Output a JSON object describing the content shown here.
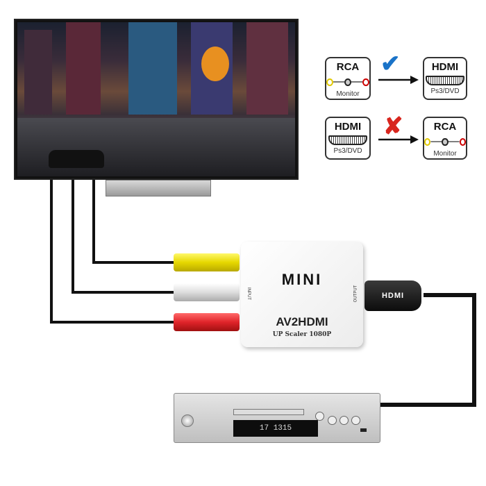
{
  "diagram": {
    "row1": {
      "left": {
        "title": "RCA",
        "subtitle": "Monitor"
      },
      "right": {
        "title": "HDMI",
        "subtitle": "Ps3/DVD"
      },
      "status": "supported"
    },
    "row2": {
      "left": {
        "title": "HDMI",
        "subtitle": "Ps3/DVD"
      },
      "right": {
        "title": "RCA",
        "subtitle": "Monitor"
      },
      "status": "not-supported"
    }
  },
  "converter": {
    "brand": "MINI",
    "model": "AV2HDMI",
    "tagline": "UP Scaler 1080P",
    "input_label": "INPUT",
    "output_label": "OUTPUT"
  },
  "hdmi_plug": {
    "label": "HDMI"
  },
  "dvd_player": {
    "display": "17 1315"
  },
  "colors": {
    "check": "#1a73c8",
    "cross": "#d8261e",
    "yellow": "#f2e600",
    "white": "#e8e8e8",
    "red": "#e0242a"
  }
}
